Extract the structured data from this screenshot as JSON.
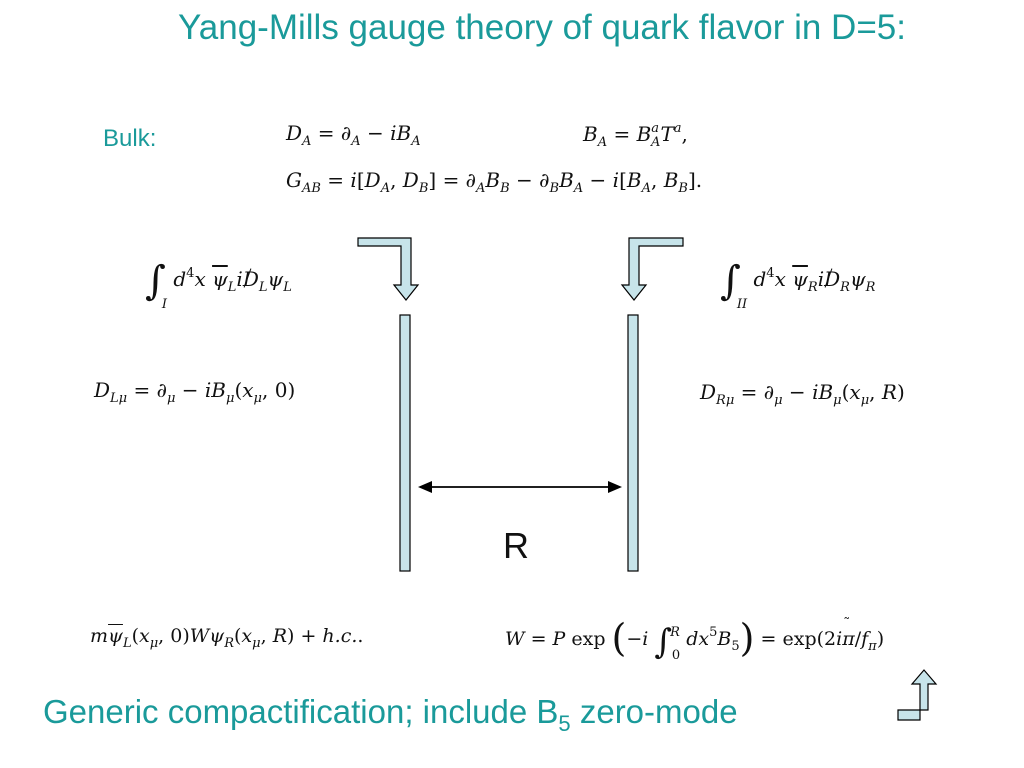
{
  "title": "Yang-Mills gauge theory of quark flavor in D=5:",
  "bulk_label": "Bulk:",
  "separation_label": "R",
  "caption": {
    "text": "Generic compactification; include B",
    "subscript": "5",
    "suffix": " zero-mode"
  },
  "colors": {
    "accent_text": "#1a9a9a",
    "brane_fill": "#c7e4ea",
    "outline": "#000000"
  }
}
